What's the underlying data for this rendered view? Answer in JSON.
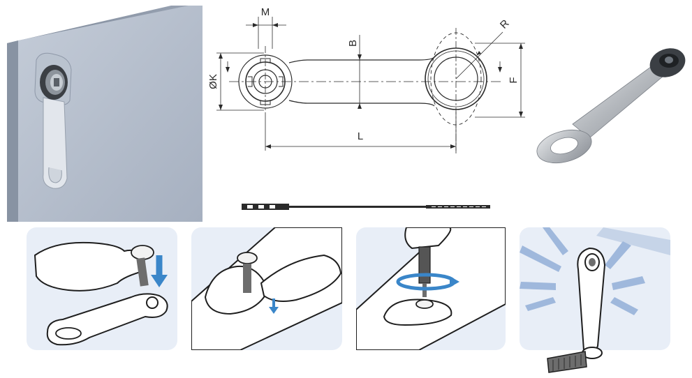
{
  "drawing": {
    "dimension_labels": {
      "m": "M",
      "b": "B",
      "r": "R",
      "k": "ØK",
      "f": "F",
      "l": "L"
    }
  },
  "colors": {
    "panel_blue_gray": "#a8b4c4",
    "step_background": "#e8eef7",
    "arrow_blue": "#3a86c9",
    "steel": "#c0c4c8",
    "line": "#2a2a2a"
  },
  "icons": {
    "door_panel": "door-panel-with-installed-part",
    "product_render": "flat-stainless-steel-part",
    "step1": "hand-inserting-screw",
    "step2": "finger-pressing-part-on-panel",
    "step3": "screwdriver-tightening",
    "step4": "installed-part-vibration"
  }
}
